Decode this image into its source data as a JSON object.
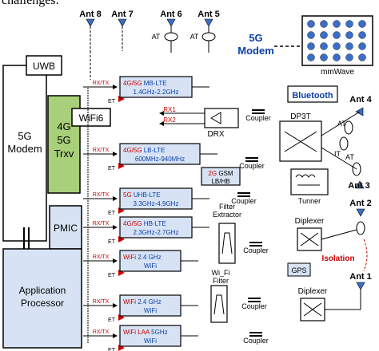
{
  "caption": "challenges:",
  "antennas": {
    "ant8": "Ant 8",
    "ant7": "Ant 7",
    "ant6": "Ant 6",
    "ant5": "Ant 5",
    "ant4": "Ant 4",
    "ant3": "Ant 3",
    "ant2": "Ant 2",
    "ant1": "Ant 1"
  },
  "at_labels": {
    "at": "AT",
    "it": "IT"
  },
  "blocks": {
    "uwb": "UWB",
    "modem_left_line1": "5G",
    "modem_left_line2": "Modem",
    "trxv_line1": "4G",
    "trxv_line2": "5G",
    "trxv_line3": "Trxv",
    "wifi6": "WiFi6",
    "pmic": "PMIC",
    "ap_line1": "Application",
    "ap_line2": "Processor",
    "modem_5g_line1": "5G",
    "modem_5g_line2": "Modem",
    "mmwave": "mmWave",
    "bluetooth": "Bluetooth",
    "dp3t": "DP3T",
    "drx": "DRX",
    "tunner": "Tunner",
    "gps": "GPS",
    "diplexer1": "Diplexer",
    "diplexer2": "Diplexer",
    "isolation": "Isolation",
    "filter_extractor_line1": "Filter",
    "filter_extractor_line2": "Extractor",
    "wifi_filter_line1": "Wi_Fi",
    "wifi_filter_line2": "Filter",
    "gsm_line1": "2G",
    "gsm_line2": "GSM",
    "gsm_line3": "LB/HB"
  },
  "rf_rows": [
    {
      "tag": "4G/5G",
      "name": "MB-LTE",
      "band": "1.4GHz-2.2GHz"
    },
    {
      "tag": "4G/5G",
      "name": "LB-LTE",
      "band": "600MHz-940MHz"
    },
    {
      "tag": "5G",
      "name": "UHB-LTE",
      "band": "3.3GHz-4.9GHz"
    },
    {
      "tag": "4G/5G",
      "name": "HB-LTE",
      "band": "2.3GHz-2.7GHz"
    },
    {
      "tag": "WiFi",
      "name": "2.4 GHz",
      "band": "WiFi"
    },
    {
      "tag": "WiFi",
      "name": "2.4 GHz",
      "band": "WiFi"
    },
    {
      "tag": "WiFi LAA",
      "name": "5GHz",
      "band": "WiFi"
    }
  ],
  "signals": {
    "rxtx": "RX/TX",
    "et": "ET",
    "rx1": "RX1",
    "rx2": "RX2"
  },
  "coupler": "Coupler"
}
